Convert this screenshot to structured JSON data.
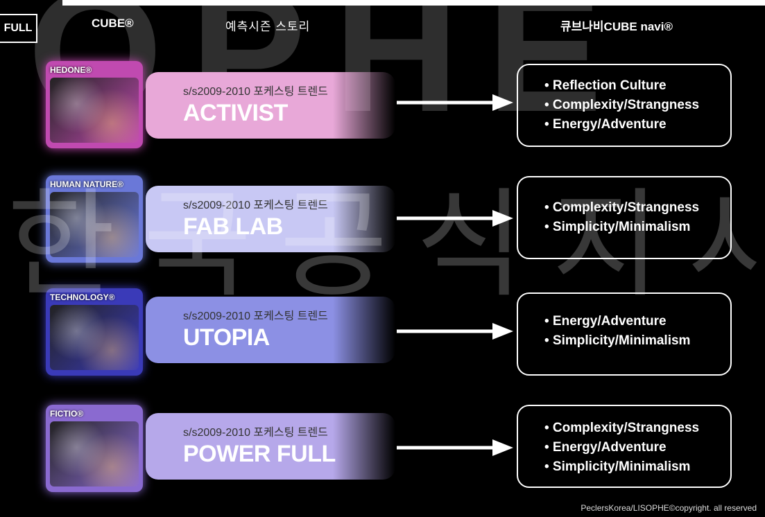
{
  "header": {
    "full_label": "FULL",
    "cube_label": "CUBE®",
    "story_label": "예측시즌 스토리",
    "navi_label": "큐브나비CUBE navi®"
  },
  "watermark": {
    "top": "OPHE",
    "middle": "한국공식지사"
  },
  "rows": [
    {
      "cube_label": "HEDONE®",
      "subtitle": "s/s2009-2010 포케스팅 트렌드",
      "title": "ACTIVIST",
      "band_color": "#e8a8d8",
      "cube_color": "#c04ab0",
      "navi": [
        "• Reflection Culture",
        "• Complexity/Strangness",
        "• Energy/Adventure"
      ]
    },
    {
      "cube_label": "HUMAN NATURE®",
      "subtitle": "s/s2009-2010 포케스팅 트렌드",
      "title": "FAB LAB",
      "band_color": "#c8c8f4",
      "cube_color": "#6a78d8",
      "navi": [
        "• Complexity/Strangness",
        "• Simplicity/Minimalism"
      ]
    },
    {
      "cube_label": "TECHNOLOGY®",
      "subtitle": "s/s2009-2010 포케스팅 트렌드",
      "title": "UTOPIA",
      "band_color": "#8c90e4",
      "cube_color": "#3a3ab8",
      "navi": [
        "• Energy/Adventure",
        "• Simplicity/Minimalism"
      ]
    },
    {
      "cube_label": "FICTIO®",
      "subtitle": "s/s2009-2010 포케스팅 트렌드",
      "title": "POWER FULL",
      "band_color": "#b6a8ea",
      "cube_color": "#8a6ad0",
      "navi": [
        "• Complexity/Strangness",
        "• Energy/Adventure",
        "• Simplicity/Minimalism"
      ]
    }
  ],
  "copyright": "PeclersKorea/LISOPHE©copyright. all reserved"
}
